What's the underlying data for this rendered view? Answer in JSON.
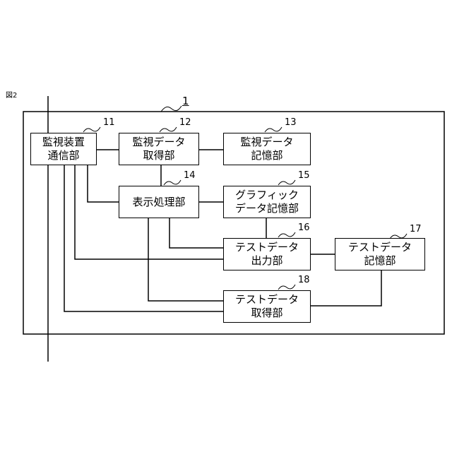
{
  "figure_label": "図2",
  "device_ref": "1",
  "blocks": {
    "b11": {
      "ref": "11",
      "line1": "監視装置",
      "line2": "通信部"
    },
    "b12": {
      "ref": "12",
      "line1": "監視データ",
      "line2": "取得部"
    },
    "b13": {
      "ref": "13",
      "line1": "監視データ",
      "line2": "記憶部"
    },
    "b14": {
      "ref": "14",
      "line1": "表示処理部",
      "line2": ""
    },
    "b15": {
      "ref": "15",
      "line1": "グラフィック",
      "line2": "データ記憶部"
    },
    "b16": {
      "ref": "16",
      "line1": "テストデータ",
      "line2": "出力部"
    },
    "b17": {
      "ref": "17",
      "line1": "テストデータ",
      "line2": "記憶部"
    },
    "b18": {
      "ref": "18",
      "line1": "テストデータ",
      "line2": "取得部"
    }
  }
}
